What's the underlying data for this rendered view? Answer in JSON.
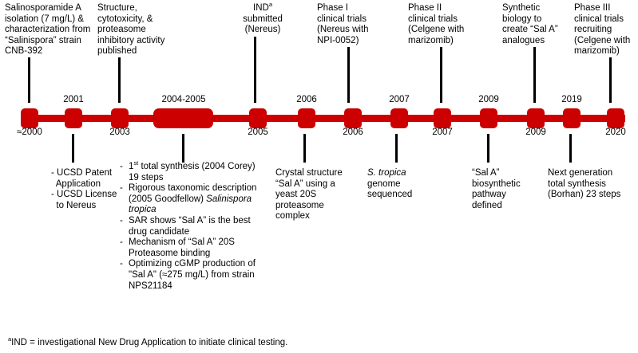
{
  "figure": {
    "type": "timeline",
    "accent_color": "#CC0000",
    "text_color": "#000000",
    "background": "#ffffff"
  },
  "axis": {
    "nodes": [
      {
        "year_label": "≈2000",
        "position": "below"
      },
      {
        "year_label": "2001",
        "position": "above"
      },
      {
        "year_label": "2003",
        "position": "below"
      },
      {
        "year_label": "2004-2005",
        "position": "above"
      },
      {
        "year_label": "2005",
        "position": "below"
      },
      {
        "year_label": "2006",
        "position": "above"
      },
      {
        "year_label": "2006",
        "position": "below"
      },
      {
        "year_label": "2007",
        "position": "above"
      },
      {
        "year_label": "2007",
        "position": "below"
      },
      {
        "year_label": "2009",
        "position": "above"
      },
      {
        "year_label": "2009",
        "position": "below"
      },
      {
        "year_label": "2019",
        "position": "above"
      },
      {
        "year_label": "2020",
        "position": "below"
      }
    ]
  },
  "events_above": [
    {
      "id": "isolation",
      "lines": [
        "Salinosporamide A",
        "isolation (7 mg/L) &",
        "characterization from",
        "“Salinispora” strain",
        "CNB-392"
      ]
    },
    {
      "id": "structure-published",
      "lines": [
        "Structure,",
        "cytotoxicity, &",
        "proteasome",
        "inhibitory activity",
        "published"
      ]
    },
    {
      "id": "ind-submitted",
      "lines": [
        "IND",
        "submitted",
        "(Nereus)"
      ],
      "superscript": "a"
    },
    {
      "id": "phase-1",
      "lines": [
        "Phase I",
        "clinical trials",
        "(Nereus with",
        "NPI-0052)"
      ]
    },
    {
      "id": "phase-2",
      "lines": [
        "Phase II",
        "clinical trials",
        "(Celgene with",
        "marizomib)"
      ]
    },
    {
      "id": "synthetic-biology",
      "lines": [
        "Synthetic",
        "biology to",
        "create “Sal A”",
        "analogues"
      ]
    },
    {
      "id": "phase-3",
      "lines": [
        "Phase III",
        "clinical trials",
        "recruiting",
        "(Celgene with",
        "marizomib)"
      ]
    }
  ],
  "events_below": [
    {
      "id": "ucsd-patent",
      "lines": [
        "- UCSD Patent",
        "  Application",
        "- UCSD License",
        "  to Nereus"
      ]
    },
    {
      "id": "crystal-structure",
      "lines": [
        "Crystal structure",
        "“Sal A” using a",
        "yeast 20S",
        "proteasome",
        "complex"
      ]
    },
    {
      "id": "genome-sequenced",
      "lines_italic_first": "S. tropica",
      "lines": [
        "genome",
        "sequenced"
      ]
    },
    {
      "id": "biosynthetic-pathway",
      "lines": [
        "“Sal A”",
        "biosynthetic",
        "pathway",
        "defined"
      ]
    },
    {
      "id": "next-gen-synthesis",
      "lines": [
        "Next generation",
        "total synthesis",
        "(Borhan) 23 steps"
      ]
    }
  ],
  "bullet_block": {
    "id": "2004-2005-achievements",
    "items": [
      {
        "prefix_sup": "st",
        "text_before_sup": "1",
        "text_after_sup": " total synthesis (2004 Corey) 19 steps"
      },
      {
        "text_plain": "Rigorous taxonomic description (2005 Goodfellow) ",
        "italic_tail": "Salinispora tropica"
      },
      {
        "text_plain": "SAR shows “Sal A” is the best drug candidate"
      },
      {
        "text_plain": "Mechanism of “Sal A” 20S Proteasome  binding"
      },
      {
        "text_plain": "Optimizing cGMP production of \"Sal A\" (≈275 mg/L) from strain NPS21184"
      }
    ]
  },
  "footnote": {
    "superscript": "a",
    "text": "IND = investigational New Drug Application to initiate clinical testing."
  }
}
